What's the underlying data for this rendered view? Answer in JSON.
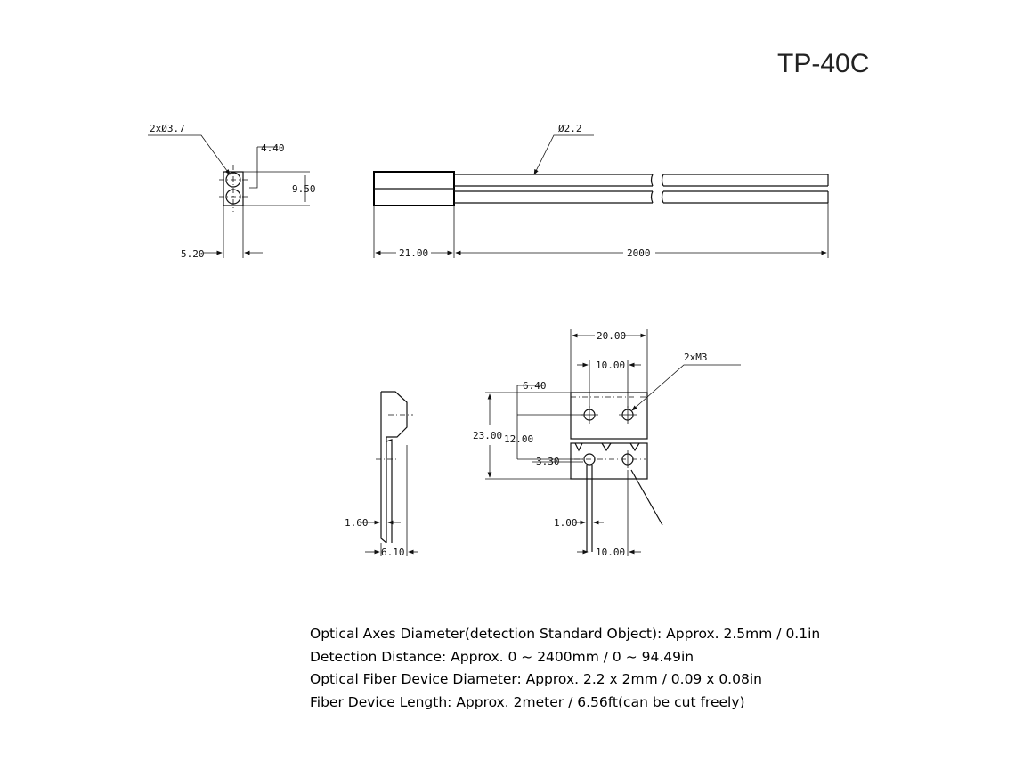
{
  "title": "TP-40C",
  "dimensions": {
    "holes": "2xØ3.7",
    "d440": "4.40",
    "d950": "9.50",
    "d520": "5.20",
    "fiber_dia": "Ø2.2",
    "d2100": "21.00",
    "d2000": "2000",
    "d2000b": "20.00",
    "d1000a": "10.00",
    "screws": "2xM3",
    "d640": "6.40",
    "d2300": "23.00",
    "d1200": "12.00",
    "d330": "3.30",
    "d100": "1.00",
    "d1000b": "10.00",
    "d160": "1.60",
    "d610": "6.10"
  },
  "specs": [
    "Optical Axes Diameter(detection Standard Object): Approx. 2.5mm / 0.1in",
    "Detection Distance: Approx. 0 ~ 2400mm / 0 ~ 94.49in",
    "Optical Fiber Device Diameter: Approx. 2.2 x 2mm / 0.09 x 0.08in",
    "Fiber Device Length: Approx. 2meter / 6.56ft(can be cut freely)"
  ]
}
